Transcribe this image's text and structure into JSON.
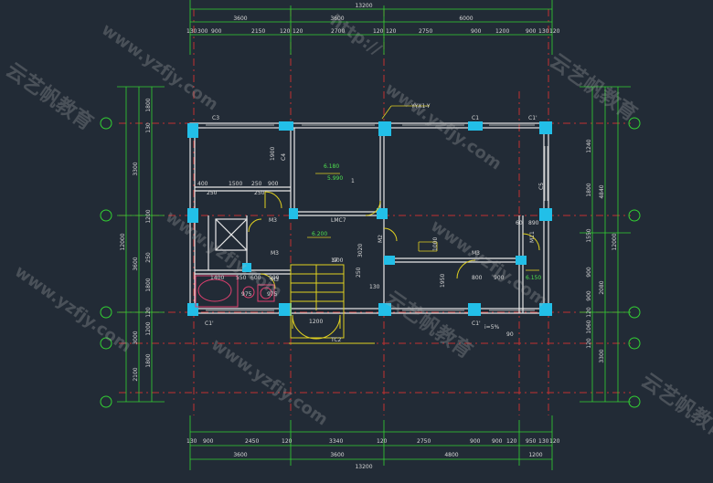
{
  "drawing": {
    "top_overall": "13200",
    "top_segments": [
      "3600",
      "3600",
      "6000"
    ],
    "top_details": [
      "130",
      "300",
      "900",
      "2150",
      "120",
      "120",
      "2700",
      "120",
      "120",
      "2750",
      "900",
      "1200",
      "900",
      "130",
      "120"
    ],
    "bottom_overall": "13200",
    "bottom_segments": [
      "3600",
      "3600",
      "4800",
      "1200"
    ],
    "bottom_details": [
      "130",
      "900",
      "2450",
      "120",
      "3340",
      "120",
      "2750",
      "900",
      "900",
      "120",
      "950",
      "130",
      "120"
    ],
    "left_overall": "12000",
    "left_segments": [
      "3300",
      "3600",
      "3000",
      "2100"
    ],
    "left_details": [
      "1800",
      "130",
      "1200",
      "250",
      "1800",
      "120",
      "1200",
      "1800"
    ],
    "right_overall": "12000",
    "right_segments": [
      "4840",
      "2080",
      "3300"
    ],
    "right_details": [
      "1240",
      "1800",
      "1550",
      "900",
      "900",
      "120",
      "1060",
      "120"
    ],
    "room_labels": {
      "c3": "C3",
      "c1a": "C1",
      "c1b": "C1'",
      "c1c": "C1'",
      "c1d": "C1'",
      "c4": "C4",
      "c5": "C5",
      "m3a": "M3",
      "m3b": "M3",
      "m3c": "M3",
      "m3d": "M3",
      "m11": "M11",
      "m2": "M2",
      "lmc7": "LMC7",
      "tc2": "TC2",
      "yyx1": "YYX1-Y",
      "slope": "i=5%"
    },
    "elevations": [
      "6.180",
      "5.990",
      "6.200",
      "6.150"
    ],
    "inner_dims": [
      "400",
      "1500",
      "250",
      "900",
      "250",
      "250",
      "1400",
      "550",
      "600",
      "900",
      "975",
      "975",
      "1900",
      "1950",
      "1000",
      "800",
      "900",
      "1200",
      "900",
      "17",
      "3020",
      "1",
      "60",
      "890",
      "130",
      "250",
      "90"
    ],
    "watermark": "www.yzfjy.com",
    "watermark_brand": "云艺帆教育",
    "watermark_url": "http://"
  }
}
